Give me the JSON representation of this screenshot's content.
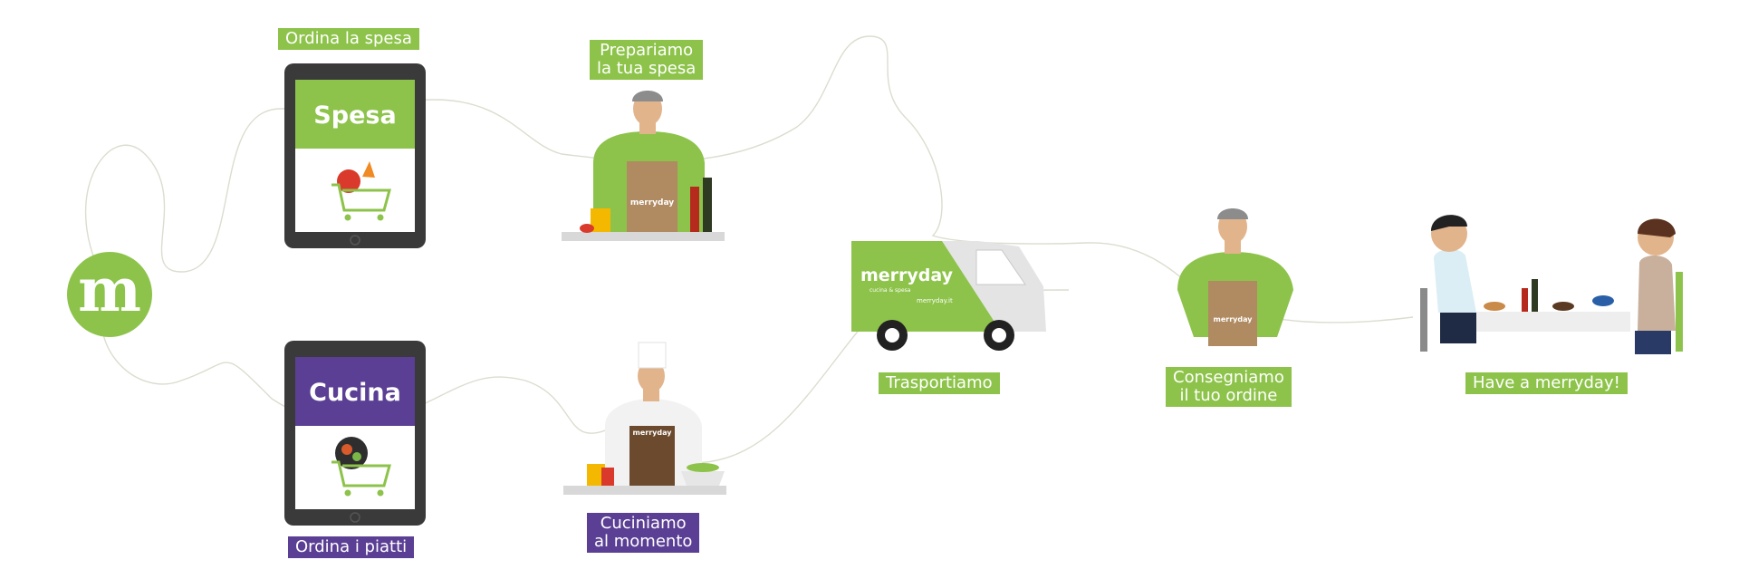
{
  "colors": {
    "green": "#8dc34a",
    "purple": "#5b3f94",
    "tablet": "#3a3a3a",
    "tablet_screen": "#ffffff",
    "path_line": "#dcdcd0",
    "skin": "#e2b48c",
    "cap": "#8c8c8c",
    "bag": "#b08a61",
    "apron": "#6b4a2e",
    "van_grey": "#e4e4e4",
    "counter": "#d8d8d8"
  },
  "brand": {
    "logo_letter": "m",
    "van_wordmark": "merryday",
    "van_tagline": "cucina & spesa",
    "van_url": "merryday.it",
    "bag_wordmark": "merryday"
  },
  "tablets": {
    "spesa": {
      "title": "Spesa"
    },
    "cucina": {
      "title": "Cucina"
    }
  },
  "labels": {
    "ordina_spesa": "Ordina la spesa",
    "ordina_piatti": "Ordina i piatti",
    "prepariamo": [
      "Prepariamo",
      "la tua spesa"
    ],
    "cuciniamo": [
      "Cuciniamo",
      "al momento"
    ],
    "trasportiamo": "Trasportiamo",
    "consegniamo": [
      "Consegniamo",
      "il tuo ordine"
    ],
    "have": "Have a merryday!"
  },
  "icons": {
    "logo": "merryday-logo-icon",
    "cart_vegetables": "cart-vegetables-icon",
    "cart_dish": "cart-dish-icon",
    "grocer": "grocer-figure-icon",
    "chef": "chef-figure-icon",
    "van": "delivery-van-icon",
    "courier": "courier-figure-icon",
    "diners": "diners-table-icon"
  }
}
